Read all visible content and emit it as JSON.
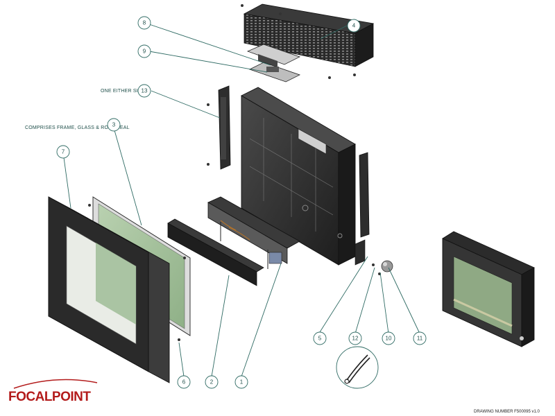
{
  "notes": {
    "one_either_side": "ONE EITHER SIDE",
    "comprises": "COMPRISES FRAME, GLASS & ROPE SEAL"
  },
  "callouts": [
    {
      "id": "c8",
      "label": "8"
    },
    {
      "id": "c9",
      "label": "9"
    },
    {
      "id": "c4",
      "label": "4"
    },
    {
      "id": "c13",
      "label": "13"
    },
    {
      "id": "c3",
      "label": "3"
    },
    {
      "id": "c7",
      "label": "7"
    },
    {
      "id": "c5",
      "label": "5"
    },
    {
      "id": "c12",
      "label": "12"
    },
    {
      "id": "c10",
      "label": "10"
    },
    {
      "id": "c11",
      "label": "11"
    },
    {
      "id": "c6",
      "label": "6"
    },
    {
      "id": "c2",
      "label": "2"
    },
    {
      "id": "c1",
      "label": "1"
    }
  ],
  "logo": {
    "text": "FOCALPOINT",
    "color": "#b31b1b"
  },
  "drawing_number": "DRAWING NUMBER F500095 v1.0",
  "colors": {
    "accent": "#2e6a63",
    "metal_dark": "#2b2b2b",
    "glass": "#a9c4a0"
  }
}
